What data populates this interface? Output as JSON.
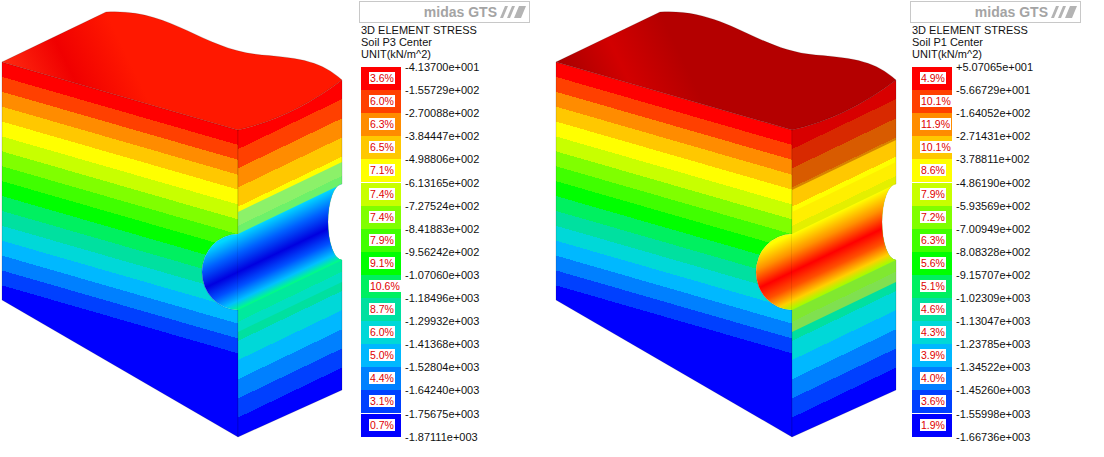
{
  "diagram": {
    "labels": [
      "midas GTS",
      "3D ELEMENT STRESS",
      "Soil P3 Center",
      "UNIT(kN/m^2)",
      "-4.13700e+001",
      "-1.55729e+002",
      "-2.70088e+002",
      "-3.84447e+002",
      "-4.98806e+002",
      "-6.13165e+002",
      "-7.27524e+002",
      "-8.41883e+002",
      "-9.56242e+002",
      "-1.07060e+003",
      "-1.18496e+003",
      "-1.29932e+003",
      "-1.41368e+003",
      "-1.52804e+003",
      "-1.64240e+003",
      "-1.75675e+003",
      "-1.87111e+003",
      "midas GTS",
      "3D ELEMENT STRESS",
      "Soil P1 Center",
      "UNIT(kN/m^2)",
      "+5.07065e+001",
      "-5.66729e+001",
      "-1.64052e+002",
      "-2.71431e+002",
      "-3.78811e+002",
      "-4.86190e+002",
      "-5.93569e+002",
      "-7.00949e+002",
      "-8.08328e+002",
      "-9.15707e+002",
      "-1.02309e+003",
      "-1.13047e+003",
      "-1.23785e+003",
      "-1.34522e+003",
      "-1.45260e+003",
      "-1.55998e+003",
      "-1.66736e+003"
    ],
    "legend": [
      {
        "text": "3.6%",
        "color": "#ff0000"
      },
      {
        "text": "6.0%",
        "color": "#ff4000"
      },
      {
        "text": "6.3%",
        "color": "#ff8c00"
      },
      {
        "text": "6.5%",
        "color": "#ffc800"
      },
      {
        "text": "7.1%",
        "color": "#ffff00"
      },
      {
        "text": "7.4%",
        "color": "#c8ff00"
      },
      {
        "text": "7.4%",
        "color": "#80ff00"
      },
      {
        "text": "7.9%",
        "color": "#40ff00"
      },
      {
        "text": "9.1%",
        "color": "#00ff00"
      },
      {
        "text": "10.6%",
        "color": "#00f060"
      },
      {
        "text": "8.7%",
        "color": "#00e0a0"
      },
      {
        "text": "6.0%",
        "color": "#00d8d8"
      },
      {
        "text": "5.0%",
        "color": "#00b8ff"
      },
      {
        "text": "4.4%",
        "color": "#0080ff"
      },
      {
        "text": "3.1%",
        "color": "#0040ff"
      },
      {
        "text": "0.7%",
        "color": "#0000ff"
      },
      {
        "text": "4.9%",
        "color": "#ff0000"
      },
      {
        "text": "10.1%",
        "color": "#ff4000"
      },
      {
        "text": "11.9%",
        "color": "#ff8c00"
      },
      {
        "text": "10.1%",
        "color": "#ffc800"
      },
      {
        "text": "8.6%",
        "color": "#ffff00"
      },
      {
        "text": "7.9%",
        "color": "#c8ff00"
      },
      {
        "text": "7.2%",
        "color": "#80ff00"
      },
      {
        "text": "6.3%",
        "color": "#40ff00"
      },
      {
        "text": "5.6%",
        "color": "#00ff00"
      },
      {
        "text": "5.1%",
        "color": "#00f060"
      },
      {
        "text": "4.6%",
        "color": "#00e0a0"
      },
      {
        "text": "4.3%",
        "color": "#00d8d8"
      },
      {
        "text": "3.9%",
        "color": "#00b8ff"
      },
      {
        "text": "4.0%",
        "color": "#0080ff"
      },
      {
        "text": "3.6%",
        "color": "#0040ff"
      },
      {
        "text": "1.9%",
        "color": "#0000ff"
      }
    ]
  }
}
